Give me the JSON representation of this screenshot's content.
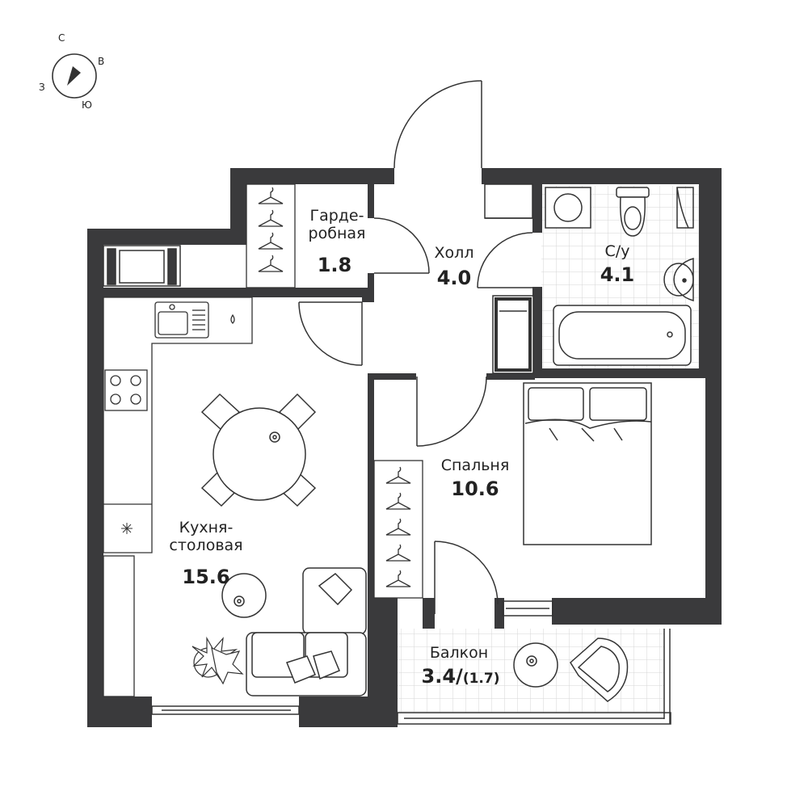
{
  "compass": {
    "north": "С",
    "east": "В",
    "south": "Ю",
    "west": "З"
  },
  "rooms": {
    "wardrobe": {
      "name_line1": "Гарде-",
      "name_line2": "робная",
      "area": "1.8"
    },
    "hall": {
      "name": "Холл",
      "area": "4.0"
    },
    "bathroom": {
      "name": "С/у",
      "area": "4.1"
    },
    "bedroom": {
      "name": "Спальня",
      "area": "10.6"
    },
    "kitchen": {
      "name_line1": "Кухня-",
      "name_line2": "столовая",
      "area": "15.6"
    },
    "balcony": {
      "name": "Балкон",
      "area": "3.4/",
      "area_reduced": "(1.7)"
    }
  },
  "colors": {
    "wall": "#3a3a3c",
    "line": "#333333",
    "tile": "#d8d8d8"
  }
}
